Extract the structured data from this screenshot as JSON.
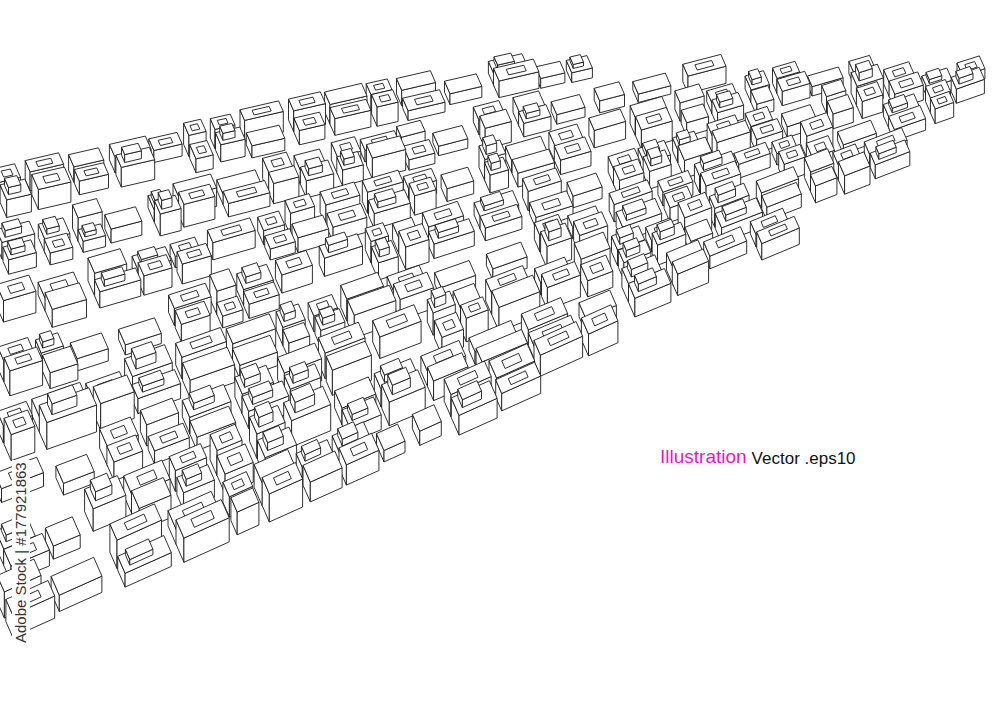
{
  "diagram": {
    "labels": [
      "Illustration",
      "Vector .eps10",
      "Adobe Stock | #177921863"
    ]
  }
}
